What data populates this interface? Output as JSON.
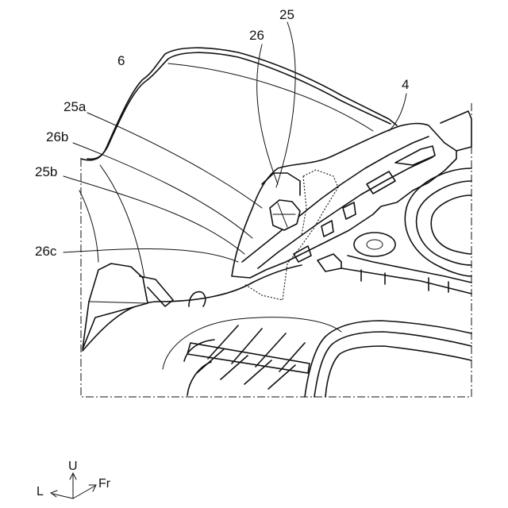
{
  "labels": {
    "l25": "25",
    "l26": "26",
    "l6": "6",
    "l4": "4",
    "l25a": "25a",
    "l26b": "26b",
    "l25b": "25b",
    "l26c": "26c"
  },
  "axes": {
    "up": "U",
    "left": "L",
    "front": "Fr"
  }
}
